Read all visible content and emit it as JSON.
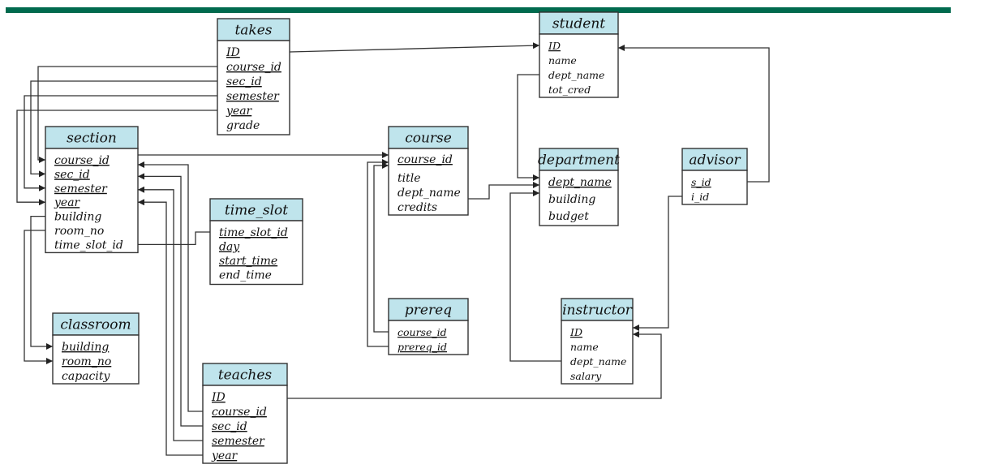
{
  "header_bar_color": "#006a4e",
  "header_fill_color": "#bfe4ec",
  "tables": {
    "takes": {
      "name": "takes",
      "fields": [
        {
          "name": "ID",
          "pk": true
        },
        {
          "name": "course_id",
          "pk": true
        },
        {
          "name": "sec_id",
          "pk": true
        },
        {
          "name": "semester",
          "pk": true
        },
        {
          "name": "year",
          "pk": true
        },
        {
          "name": "grade",
          "pk": false
        }
      ]
    },
    "student": {
      "name": "student",
      "fields": [
        {
          "name": "ID",
          "pk": true
        },
        {
          "name": "name",
          "pk": false
        },
        {
          "name": "dept_name",
          "pk": false
        },
        {
          "name": "tot_cred",
          "pk": false
        }
      ]
    },
    "section": {
      "name": "section",
      "fields": [
        {
          "name": "course_id",
          "pk": true
        },
        {
          "name": "sec_id",
          "pk": true
        },
        {
          "name": "semester",
          "pk": true
        },
        {
          "name": "year",
          "pk": true
        },
        {
          "name": "building",
          "pk": false
        },
        {
          "name": "room_no",
          "pk": false
        },
        {
          "name": "time_slot_id",
          "pk": false
        }
      ]
    },
    "course": {
      "name": "course",
      "fields": [
        {
          "name": "course_id",
          "pk": true
        },
        {
          "name": "title",
          "pk": false
        },
        {
          "name": "dept_name",
          "pk": false
        },
        {
          "name": "credits",
          "pk": false
        }
      ]
    },
    "department": {
      "name": "department",
      "fields": [
        {
          "name": "dept_name",
          "pk": true
        },
        {
          "name": "building",
          "pk": false
        },
        {
          "name": "budget",
          "pk": false
        }
      ]
    },
    "advisor": {
      "name": "advisor",
      "fields": [
        {
          "name": "s_id",
          "pk": true
        },
        {
          "name": "i_id",
          "pk": false
        }
      ]
    },
    "time_slot": {
      "name": "time_slot",
      "fields": [
        {
          "name": "time_slot_id",
          "pk": true
        },
        {
          "name": "day",
          "pk": true
        },
        {
          "name": "start_time",
          "pk": true
        },
        {
          "name": "end_time",
          "pk": false
        }
      ]
    },
    "prereq": {
      "name": "prereq",
      "fields": [
        {
          "name": "course_id",
          "pk": true
        },
        {
          "name": "prereq_id",
          "pk": true
        }
      ]
    },
    "classroom": {
      "name": "classroom",
      "fields": [
        {
          "name": "building",
          "pk": true
        },
        {
          "name": "room_no",
          "pk": true
        },
        {
          "name": "capacity",
          "pk": false
        }
      ]
    },
    "instructor": {
      "name": "instructor",
      "fields": [
        {
          "name": "ID",
          "pk": true
        },
        {
          "name": "name",
          "pk": false
        },
        {
          "name": "dept_name",
          "pk": false
        },
        {
          "name": "salary",
          "pk": false
        }
      ]
    },
    "teaches": {
      "name": "teaches",
      "fields": [
        {
          "name": "ID",
          "pk": true
        },
        {
          "name": "course_id",
          "pk": true
        },
        {
          "name": "sec_id",
          "pk": true
        },
        {
          "name": "semester",
          "pk": true
        },
        {
          "name": "year",
          "pk": true
        }
      ]
    }
  },
  "relationships": [
    {
      "from": "takes.ID",
      "to": "student.ID"
    },
    {
      "from": "takes.course_id",
      "to": "section.course_id"
    },
    {
      "from": "takes.sec_id",
      "to": "section.sec_id"
    },
    {
      "from": "takes.semester",
      "to": "section.semester"
    },
    {
      "from": "takes.year",
      "to": "section.year"
    },
    {
      "from": "section.course_id",
      "to": "course.course_id"
    },
    {
      "from": "section.building",
      "to": "classroom.building"
    },
    {
      "from": "section.room_no",
      "to": "classroom.room_no"
    },
    {
      "from": "section.time_slot_id",
      "to": "time_slot.time_slot_id"
    },
    {
      "from": "teaches.course_id",
      "to": "section.course_id"
    },
    {
      "from": "teaches.sec_id",
      "to": "section.sec_id"
    },
    {
      "from": "teaches.semester",
      "to": "section.semester"
    },
    {
      "from": "teaches.year",
      "to": "section.year"
    },
    {
      "from": "teaches.ID",
      "to": "instructor.ID"
    },
    {
      "from": "prereq.course_id",
      "to": "course.course_id"
    },
    {
      "from": "prereq.prereq_id",
      "to": "course.course_id"
    },
    {
      "from": "course.dept_name",
      "to": "department.dept_name"
    },
    {
      "from": "student.dept_name",
      "to": "department.dept_name"
    },
    {
      "from": "instructor.dept_name",
      "to": "department.dept_name"
    },
    {
      "from": "advisor.s_id",
      "to": "student.ID"
    },
    {
      "from": "advisor.i_id",
      "to": "instructor.ID"
    }
  ]
}
